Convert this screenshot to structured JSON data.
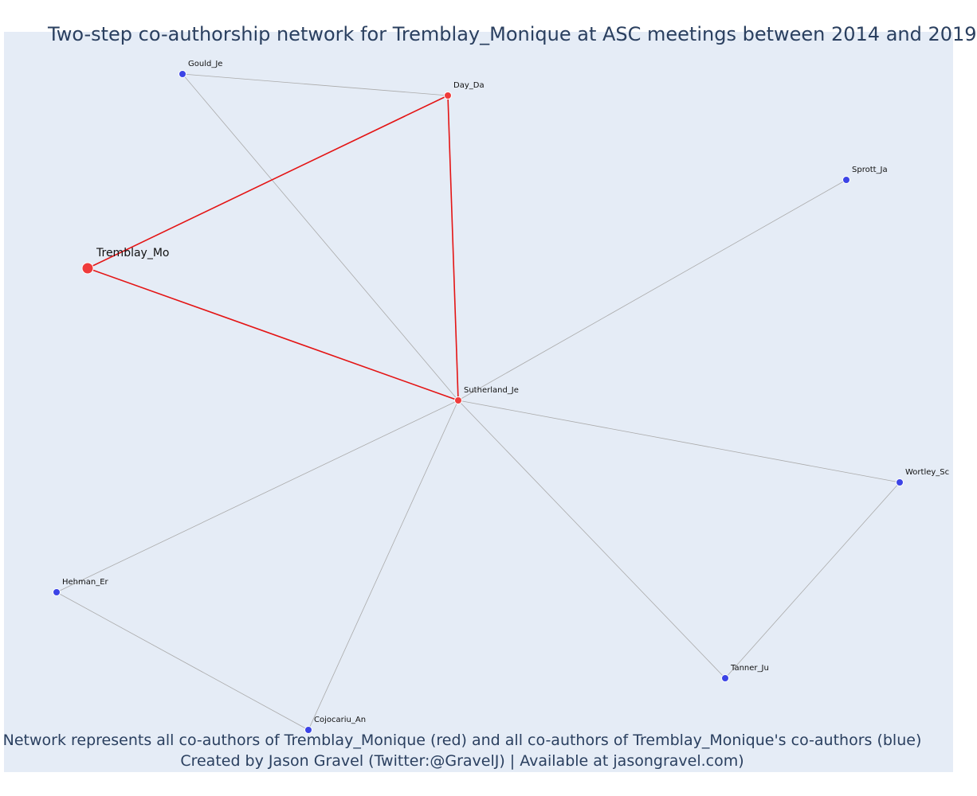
{
  "title": "Two-step co-authorship network for Tremblay_Monique at ASC meetings between 2014 and 2019",
  "caption_line1": "Network represents all co-authors of Tremblay_Monique (red) and all co-authors of Tremblay_Monique's co-authors (blue)",
  "caption_line2": "Created by Jason Gravel (Twitter:@GravelJ) | Available at jasongravel.com)",
  "colors": {
    "background": "#e5ecf6",
    "red_node": "#ef3b3b",
    "blue_node": "#3c44e6",
    "red_edge": "#e41414",
    "grey_edge": "#aaaaaa",
    "text": "#2a3f5f"
  },
  "nodes": [
    {
      "id": "Tremblay_Mo",
      "label": "Tremblay_Mo",
      "group": "focal"
    },
    {
      "id": "Day_Da",
      "label": "Day_Da",
      "group": "coauthor"
    },
    {
      "id": "Sutherland_Je",
      "label": "Sutherland_Je",
      "group": "coauthor"
    },
    {
      "id": "Gould_Je",
      "label": "Gould_Je",
      "group": "second"
    },
    {
      "id": "Sprott_Ja",
      "label": "Sprott_Ja",
      "group": "second"
    },
    {
      "id": "Wortley_Sc",
      "label": "Wortley_Sc",
      "group": "second"
    },
    {
      "id": "Tanner_Ju",
      "label": "Tanner_Ju",
      "group": "second"
    },
    {
      "id": "Hehman_Er",
      "label": "Hehman_Er",
      "group": "second"
    },
    {
      "id": "Cojocariu_An",
      "label": "Cojocariu_An",
      "group": "second"
    }
  ],
  "edges": [
    {
      "source": "Tremblay_Mo",
      "target": "Day_Da",
      "type": "red"
    },
    {
      "source": "Tremblay_Mo",
      "target": "Sutherland_Je",
      "type": "red"
    },
    {
      "source": "Day_Da",
      "target": "Sutherland_Je",
      "type": "red"
    },
    {
      "source": "Gould_Je",
      "target": "Day_Da",
      "type": "grey"
    },
    {
      "source": "Gould_Je",
      "target": "Sutherland_Je",
      "type": "grey"
    },
    {
      "source": "Sprott_Ja",
      "target": "Sutherland_Je",
      "type": "grey"
    },
    {
      "source": "Wortley_Sc",
      "target": "Sutherland_Je",
      "type": "grey"
    },
    {
      "source": "Tanner_Ju",
      "target": "Sutherland_Je",
      "type": "grey"
    },
    {
      "source": "Tanner_Ju",
      "target": "Wortley_Sc",
      "type": "grey"
    },
    {
      "source": "Hehman_Er",
      "target": "Sutherland_Je",
      "type": "grey"
    },
    {
      "source": "Cojocariu_An",
      "target": "Sutherland_Je",
      "type": "grey"
    },
    {
      "source": "Hehman_Er",
      "target": "Cojocariu_An",
      "type": "grey"
    }
  ]
}
